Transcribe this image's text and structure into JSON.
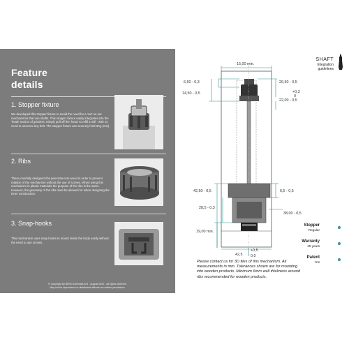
{
  "panel": {
    "title_line1": "Feature",
    "title_line2": "details",
    "sections": [
      {
        "title": "1. Stopper fixture",
        "body": "We developed this stopper fixture to avoid the need for a 'nut' on our mechanisms that use shafts. This stopper fixture easily integrates into the 'head' section of grinders. Simply pull off the 'head' to refill a mill - with no need to unscrew any bolt. The stopper fixture can securely hold 3Kg (min)."
      },
      {
        "title": "2. Ribs",
        "body": "These carefully designed ribs penetrate into wood in order to prevent rotation of the mechanism without the use of screws. When using this mechanism in plastic materials the purpose of the ribs is the same. However, the geometry of the ribs must be allowed for when designing the inner construction."
      },
      {
        "title": "3. Snap-hooks",
        "body": "This mechanism uses snap hooks to mount inside the body easily without the need to use screws."
      }
    ],
    "copyright_line1": "© Copyright by BERG Denmark A/S - August 2020 - All rights reserved",
    "copyright_line2": "May not be reproduced or distributed without our written permission"
  },
  "header": {
    "title": "SHAFT",
    "subtitle_line1": "Integration",
    "subtitle_line2": "guidelines"
  },
  "dimensions": {
    "top": "15,00 min.",
    "d1": "6,50 - 0,3",
    "d2": "14,50 - 0,5",
    "d3": "26,50 - 0,5",
    "d4_tol_top": "+0,3",
    "d4_tol_bottom": "0",
    "d4": "22,00 - 0,5",
    "d5": "42,50 - 0,5",
    "d6": "6,5 - 0,5",
    "d7": "28,5 - 0,3",
    "d8": "38,00 - 0,5",
    "d9": "19,00 min.",
    "d10_tol_top": "+0,5",
    "d10": "42,5",
    "d10_tol_bottom": "0,0"
  },
  "note": "Please contact us for 3D files of this mechanism. All measurements in mm. Tolerances shown are for mounting into wooden products. Minimum 6mm wall thickness around ribs recommended for wooden products.",
  "specs": [
    {
      "label": "Stopper",
      "value": "Regular"
    },
    {
      "label": "Warranty",
      "value": "25 years"
    },
    {
      "label": "Patent",
      "value": "Yes"
    }
  ],
  "colors": {
    "panel": "#7c7c7c",
    "accent": "#3f9192",
    "dimension_line": "#2f8f90"
  },
  "icons": {
    "pepper_mill": "pepper-mill-icon",
    "spec_dot": "teal-dot-icon"
  }
}
